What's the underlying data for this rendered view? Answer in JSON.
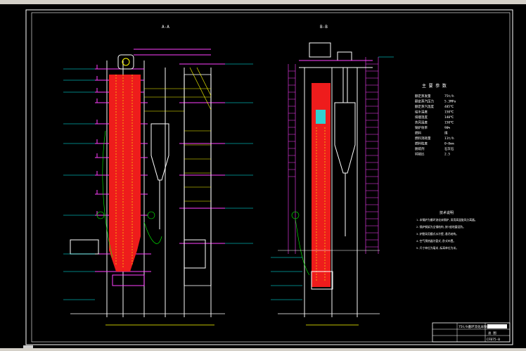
{
  "drawing": {
    "notes_heading": "技术说明",
    "params_heading": "主 要 参 数",
    "params": [
      {
        "label": "额定蒸发量",
        "value": "75t/h"
      },
      {
        "label": "额定蒸汽压力",
        "value": "5.3MPa"
      },
      {
        "label": "额定蒸汽温度",
        "value": "485℃"
      },
      {
        "label": "给水温度",
        "value": "150℃"
      },
      {
        "label": "排烟温度",
        "value": "140℃"
      },
      {
        "label": "热风温度",
        "value": "150℃"
      },
      {
        "label": "锅炉效率",
        "value": "90%"
      },
      {
        "label": "燃料",
        "value": "煤"
      },
      {
        "label": "燃料消耗量",
        "value": "11t/h"
      },
      {
        "label": "燃料粒度",
        "value": "0~8mm"
      },
      {
        "label": "脱硫剂",
        "value": "石灰石"
      },
      {
        "label": "钙硫比",
        "value": "2.5"
      }
    ],
    "notes": [
      "1.本锅炉为循环流化床锅炉,采用高温旋风分离器。",
      "2.锅炉钢架为全钢结构,按7度地震设防。",
      "3.炉膛采用膜式水冷壁,悬吊结构。",
      "4.空气预热器为管式,卧式布置。",
      "5.尺寸单位为毫米,标高单位为米。"
    ],
    "title_block": {
      "drawing_name": "75t/h循环流化床锅炉",
      "sub_title": "总 图",
      "drawing_no": "CFB75-0"
    },
    "section_labels": {
      "left": "A-A",
      "right": "B-B"
    }
  }
}
